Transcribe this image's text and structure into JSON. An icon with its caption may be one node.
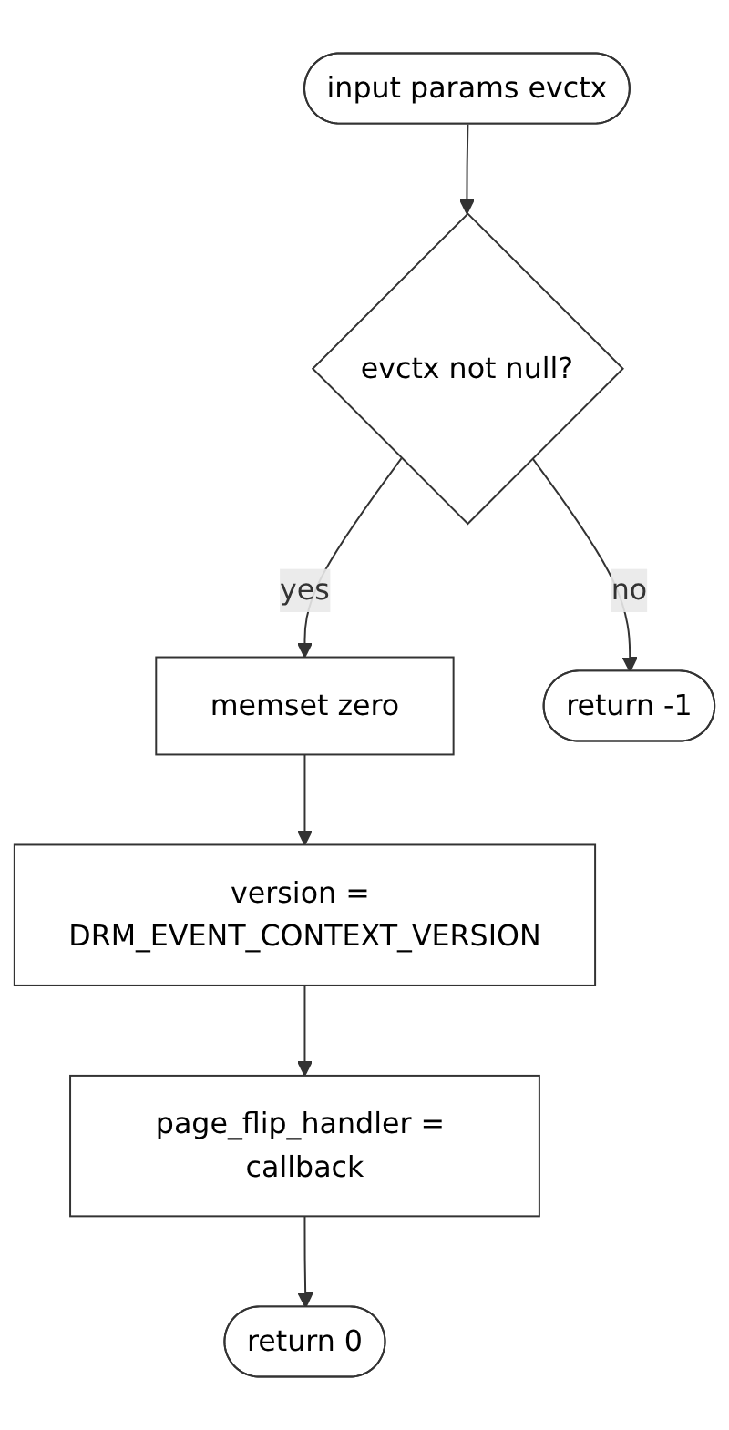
{
  "diagram": {
    "nodes": [
      {
        "text": [
          "input params evctx"
        ]
      },
      {
        "text": [
          "evctx not null?"
        ]
      },
      {
        "text": [
          "memset zero"
        ]
      },
      {
        "text": [
          "return -1"
        ]
      },
      {
        "text": [
          "version = DRM_EVENT_CONTEXT_VERSION"
        ]
      },
      {
        "text": [
          "page_flip_handler = callback"
        ]
      },
      {
        "text": [
          "return 0"
        ]
      }
    ],
    "edges": [
      {
        "from": 0,
        "to": 1,
        "arrow": "to"
      },
      {
        "from": 1,
        "to": 2,
        "arrow": "to",
        "label": "yes"
      },
      {
        "from": 1,
        "to": 3,
        "arrow": "to",
        "label": "no"
      },
      {
        "from": 2,
        "to": 4,
        "arrow": "to"
      },
      {
        "from": 4,
        "to": 5,
        "arrow": "to"
      },
      {
        "from": 5,
        "to": 6,
        "arrow": "to"
      }
    ]
  }
}
